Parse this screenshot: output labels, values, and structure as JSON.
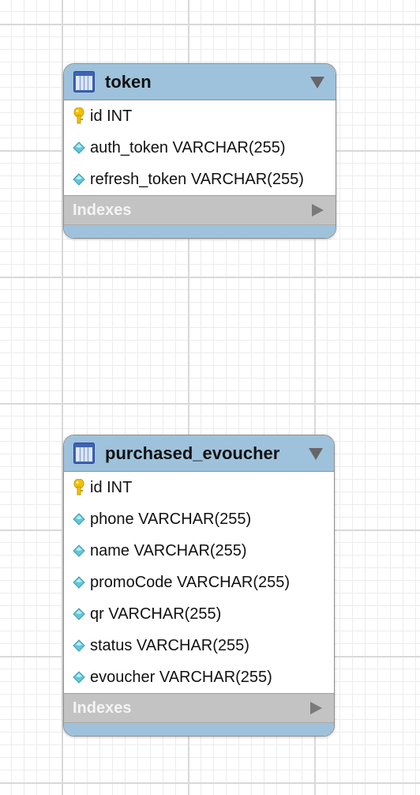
{
  "diagram": {
    "tables": [
      {
        "name": "token",
        "columns": [
          {
            "kind": "primary-key",
            "label": "id INT"
          },
          {
            "kind": "column",
            "label": "auth_token VARCHAR(255)"
          },
          {
            "kind": "column",
            "label": "refresh_token VARCHAR(255)"
          }
        ],
        "indexes_label": "Indexes"
      },
      {
        "name": "purchased_evoucher",
        "columns": [
          {
            "kind": "primary-key",
            "label": "id INT"
          },
          {
            "kind": "column",
            "label": "phone VARCHAR(255)"
          },
          {
            "kind": "column",
            "label": "name VARCHAR(255)"
          },
          {
            "kind": "column",
            "label": "promoCode VARCHAR(255)"
          },
          {
            "kind": "column",
            "label": "qr VARCHAR(255)"
          },
          {
            "kind": "column",
            "label": "status VARCHAR(255)"
          },
          {
            "kind": "column",
            "label": "evoucher VARCHAR(255)"
          }
        ],
        "indexes_label": "Indexes"
      }
    ]
  },
  "icons": {
    "table": "table-icon",
    "primary_key": "key-icon",
    "column": "diamond-icon",
    "collapse": "triangle-down-icon",
    "expand": "triangle-right-icon"
  },
  "colors": {
    "header": "#9ec2dc",
    "indexes_bar": "#c3c3c3",
    "key": "#f2c200",
    "diamond": "#64c6d8"
  }
}
